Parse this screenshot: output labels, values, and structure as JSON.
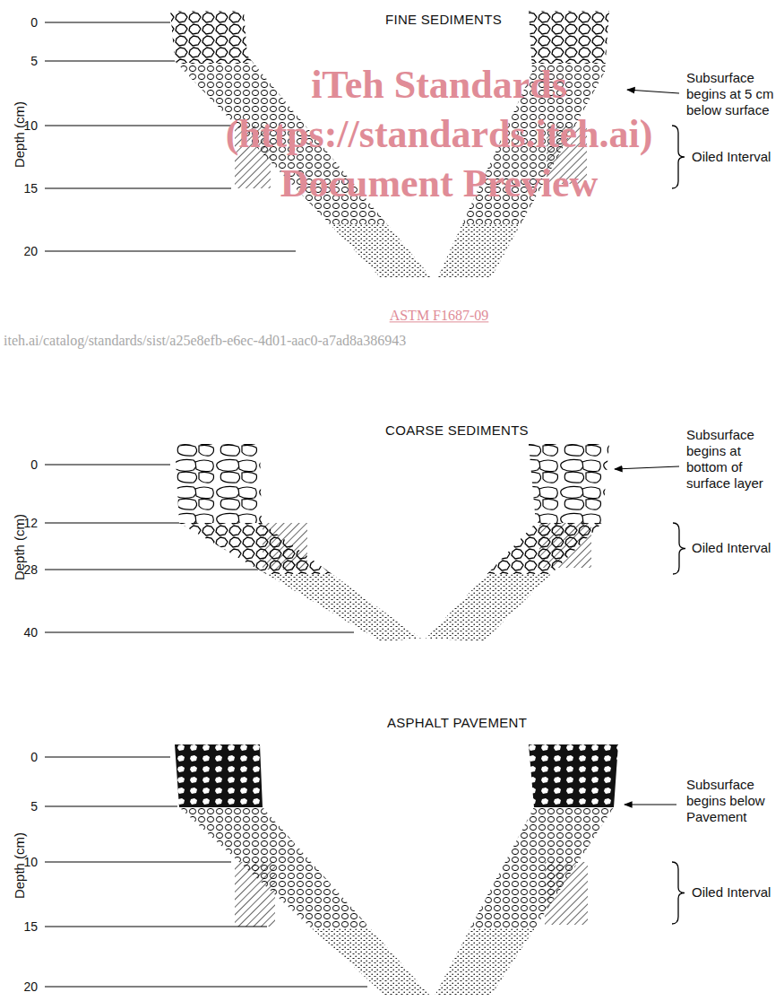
{
  "diagram": {
    "labels": [
      "FINE SEDIMENTS",
      "Depth (cm)",
      "0",
      "5",
      "10",
      "15",
      "20",
      "Subsurface begins at 5 cm below surface",
      "Oiled Interval",
      "iTeh Standards",
      "(https://standards.iteh.ai)",
      "Document Preview",
      "ASTM F1687-09",
      "iteh.ai/catalog/standards/sist/a25e8efb-e6ec-4d01-aac0-a7ad8a386943",
      "COARSE SEDIMENTS",
      "Depth (cm)",
      "0",
      "12",
      "28",
      "40",
      "Subsurface begins at bottom of surface layer",
      "Oiled Interval",
      "ASPHALT PAVEMENT",
      "Depth (cm)",
      "0",
      "5",
      "10",
      "15",
      "20",
      "Subsurface begins below Pavement",
      "Oiled Interval"
    ]
  }
}
